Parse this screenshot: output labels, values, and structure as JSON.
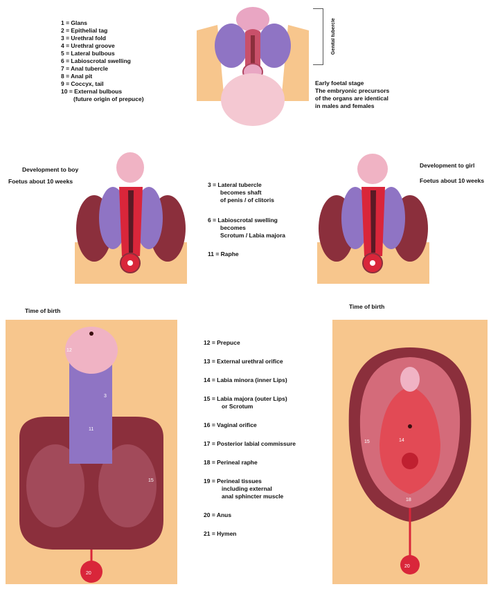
{
  "colors": {
    "skin": "#f7c68d",
    "pink": "#f0b3c4",
    "purple": "#8f74c4",
    "maroon": "#8b2f3c",
    "red": "#d9263a"
  },
  "legend_top": [
    "1 = Glans",
    "2 = Epithelial tag",
    "3 = Urethral fold",
    "4 = Urethral groove",
    "5 = Lateral bulbous",
    "6 = Labioscrotal swelling",
    "7 = Anal tubercle",
    "8 = Anal pit",
    "9 = Coccyx, tail",
    "10 = External bulbous",
    "(future origin of prepuce)"
  ],
  "vertical_label": "Genital tubercle",
  "early_stage": [
    "Early foetal stage",
    "The embryonic precursors",
    "of the organs are identical",
    "in males and females"
  ],
  "boy_heading": [
    "Development to boy",
    "Foetus about 10 weeks"
  ],
  "girl_heading": [
    "Development to girl",
    "Foetus about 10 weeks"
  ],
  "middle_legend": [
    [
      "3 = Lateral tubercle",
      "becomes shaft",
      "of penis / of clitoris"
    ],
    [
      "6 = Labioscrotal swelling",
      "becomes",
      "Scrotum / Labia majora"
    ],
    [
      "11 = Raphe"
    ]
  ],
  "time_of_birth_left": "Time of birth",
  "time_of_birth_right": "Time of birth",
  "bottom_legend": [
    [
      "12 = Prepuce"
    ],
    [
      "13 = External urethral orifice"
    ],
    [
      "14 = Labia minora (inner Lips)"
    ],
    [
      "15 = Labia majora (outer Lips)",
      "or Scrotum"
    ],
    [
      "16 = Vaginal orifice"
    ],
    [
      "17 = Posterior labial commissure"
    ],
    [
      "18 = Perineal raphe"
    ],
    [
      "19 = Perineal tissues",
      "including external",
      "anal sphincter muscle"
    ],
    [
      "20 = Anus"
    ],
    [
      "21 = Hymen"
    ]
  ],
  "figure_numbers": {
    "male_prepuce": "12",
    "male_shaft": "3",
    "male_raphe": "11",
    "male_scrotum": "15",
    "male_anus": "20",
    "female_labia": "15",
    "female_minora": "14",
    "female_perineum": "18",
    "female_anus": "20"
  }
}
